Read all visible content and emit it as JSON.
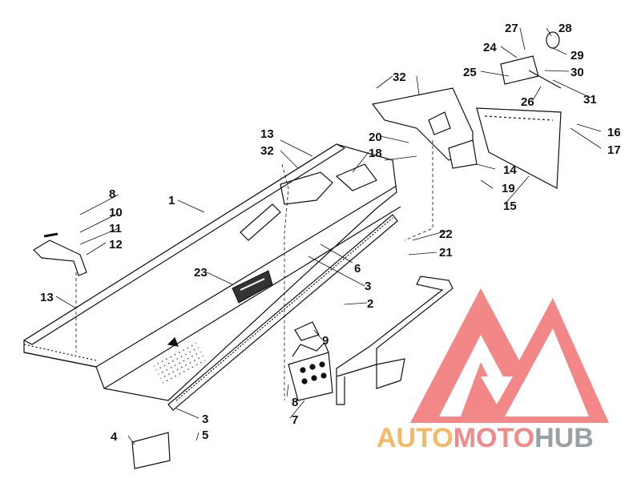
{
  "diagram": {
    "callouts": [
      "1",
      "2",
      "3",
      "3",
      "4",
      "5",
      "6",
      "7",
      "8",
      "8",
      "9",
      "10",
      "11",
      "12",
      "13",
      "13",
      "14",
      "15",
      "16",
      "17",
      "18",
      "19",
      "20",
      "21",
      "22",
      "23",
      "24",
      "25",
      "26",
      "27",
      "28",
      "29",
      "30",
      "31",
      "32",
      "32"
    ]
  },
  "watermark": {
    "part1": "AUTO",
    "part2": "MOTO",
    "part3": "HUB",
    "colors": {
      "part1": "#f4b866",
      "part2": "#f08a8a",
      "part3": "#9aa0a6",
      "logo": "#f27b7b"
    }
  }
}
